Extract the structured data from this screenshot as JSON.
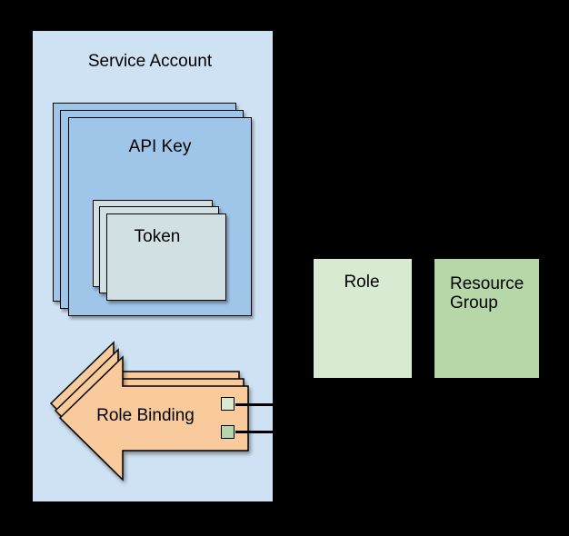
{
  "background_color": "#000000",
  "service_account": {
    "label": "Service Account",
    "fill": "#cfe2f3"
  },
  "api_key": {
    "label": "API Key",
    "fill": "#9fc5e8",
    "stack_count": 3
  },
  "token": {
    "label": "Token",
    "fill": "#d0e0e3",
    "stack_count": 3
  },
  "role_binding": {
    "label": "Role Binding",
    "fill": "#f9cb9c",
    "stack_count": 3
  },
  "role": {
    "label": "Role",
    "fill": "#d9ead3"
  },
  "resource_group": {
    "label_line1": "Resource",
    "label_line2": "Group",
    "fill": "#b6d7a8"
  },
  "ports": {
    "role_port_fill": "#d9ead3",
    "resource_group_port_fill": "#b6d7a8",
    "connector_color": "#000000"
  }
}
